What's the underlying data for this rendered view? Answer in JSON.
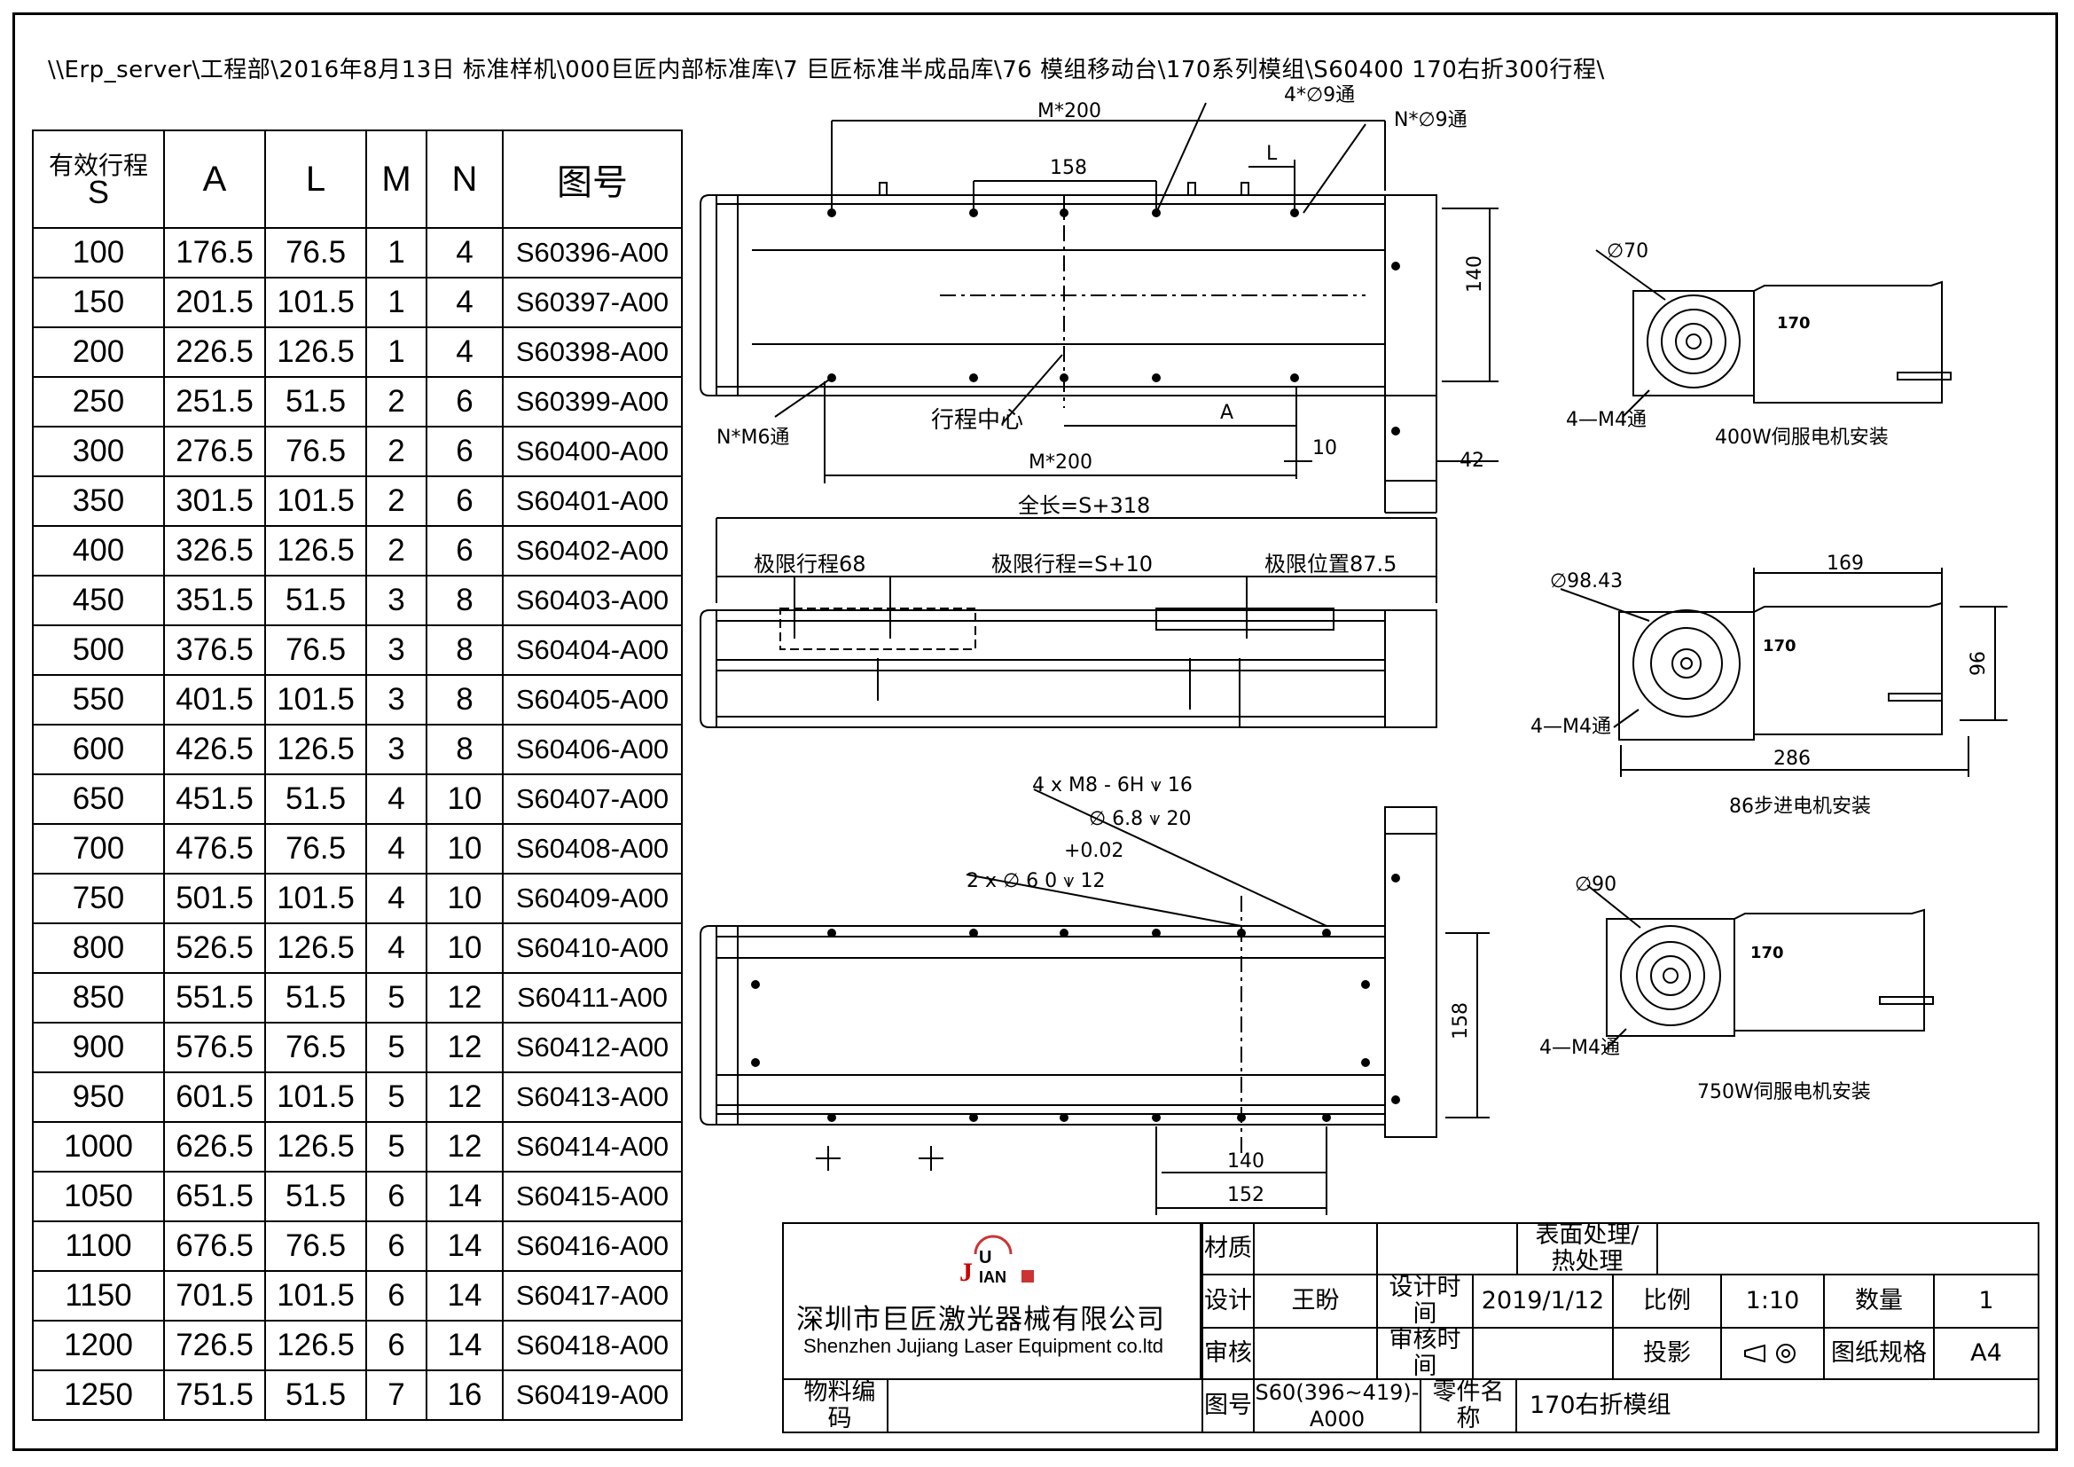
{
  "path_text": "\\\\Erp_server\\工程部\\2016年8月13日 标准样机\\000巨匠内部标准库\\7 巨匠标准半成品库\\76 模组移动台\\170系列模组\\S60400  170右折300行程\\",
  "table": {
    "headers": {
      "s_top": "有效行程",
      "s_bottom": "S",
      "a": "A",
      "l": "L",
      "m": "M",
      "n": "N",
      "dwg": "图号"
    },
    "rows": [
      [
        "100",
        "176.5",
        "76.5",
        "1",
        "4",
        "S60396-A00"
      ],
      [
        "150",
        "201.5",
        "101.5",
        "1",
        "4",
        "S60397-A00"
      ],
      [
        "200",
        "226.5",
        "126.5",
        "1",
        "4",
        "S60398-A00"
      ],
      [
        "250",
        "251.5",
        "51.5",
        "2",
        "6",
        "S60399-A00"
      ],
      [
        "300",
        "276.5",
        "76.5",
        "2",
        "6",
        "S60400-A00"
      ],
      [
        "350",
        "301.5",
        "101.5",
        "2",
        "6",
        "S60401-A00"
      ],
      [
        "400",
        "326.5",
        "126.5",
        "2",
        "6",
        "S60402-A00"
      ],
      [
        "450",
        "351.5",
        "51.5",
        "3",
        "8",
        "S60403-A00"
      ],
      [
        "500",
        "376.5",
        "76.5",
        "3",
        "8",
        "S60404-A00"
      ],
      [
        "550",
        "401.5",
        "101.5",
        "3",
        "8",
        "S60405-A00"
      ],
      [
        "600",
        "426.5",
        "126.5",
        "3",
        "8",
        "S60406-A00"
      ],
      [
        "650",
        "451.5",
        "51.5",
        "4",
        "10",
        "S60407-A00"
      ],
      [
        "700",
        "476.5",
        "76.5",
        "4",
        "10",
        "S60408-A00"
      ],
      [
        "750",
        "501.5",
        "101.5",
        "4",
        "10",
        "S60409-A00"
      ],
      [
        "800",
        "526.5",
        "126.5",
        "4",
        "10",
        "S60410-A00"
      ],
      [
        "850",
        "551.5",
        "51.5",
        "5",
        "12",
        "S60411-A00"
      ],
      [
        "900",
        "576.5",
        "76.5",
        "5",
        "12",
        "S60412-A00"
      ],
      [
        "950",
        "601.5",
        "101.5",
        "5",
        "12",
        "S60413-A00"
      ],
      [
        "1000",
        "626.5",
        "126.5",
        "5",
        "12",
        "S60414-A00"
      ],
      [
        "1050",
        "651.5",
        "51.5",
        "6",
        "14",
        "S60415-A00"
      ],
      [
        "1100",
        "676.5",
        "76.5",
        "6",
        "14",
        "S60416-A00"
      ],
      [
        "1150",
        "701.5",
        "101.5",
        "6",
        "14",
        "S60417-A00"
      ],
      [
        "1200",
        "726.5",
        "126.5",
        "6",
        "14",
        "S60418-A00"
      ],
      [
        "1250",
        "751.5",
        "51.5",
        "7",
        "16",
        "S60419-A00"
      ]
    ]
  },
  "drawing": {
    "top_view": {
      "m200_top": "M*200",
      "holes_4": "4*∅9通",
      "holes_n": "N*∅9通",
      "dim_158": "158",
      "dim_L": "L",
      "dim_140": "140",
      "tapped": "N*M6通",
      "stroke_center": "行程中心",
      "dim_A": "A",
      "dim_10": "10",
      "m200_bottom": "M*200",
      "dim_42": "42"
    },
    "side_view": {
      "total_length": "全长=S+318",
      "limit_stroke": "极限行程68",
      "limit_range": "极限行程=S+10",
      "limit_position": "极限位置87.5"
    },
    "bottom_view": {
      "thread_spec": "4 x  M8 - 6H ⩛ 16",
      "drill_spec": "∅ 6.8 ⩛ 20",
      "tolerance": "+0.02",
      "pin_spec": "2 x ∅ 6  0   ⩛ 12",
      "dim_158": "158",
      "dim_140": "140",
      "dim_152": "152"
    },
    "motor_400w": {
      "dia": "∅70",
      "label_170": "170",
      "holes": "4—M4通",
      "caption": "400W伺服电机安装"
    },
    "motor_86": {
      "dia": "∅98.43",
      "dim_169": "169",
      "label_170": "170",
      "dim_96": "96",
      "holes": "4—M4通",
      "dim_286": "286",
      "caption": "86步进电机安装"
    },
    "motor_750w": {
      "dia": "∅90",
      "label_170": "170",
      "holes": "4—M4通",
      "caption": "750W伺服电机安装"
    }
  },
  "title_block": {
    "logo_letters": "JUIAN",
    "company_cn": "深圳市巨匠激光器械有限公司",
    "company_en": "Shenzhen Jujiang Laser Equipment co.ltd",
    "material_label": "材质",
    "material_value": "",
    "surface_label": "表面处理/\n热处理",
    "surface_value": "",
    "design_label": "设计",
    "designer": "王盼",
    "design_time_label": "设计时间",
    "design_time": "2019/1/12",
    "scale_label": "比例",
    "scale": "1:10",
    "qty_label": "数量",
    "qty": "1",
    "review_label": "审核",
    "reviewer": "",
    "review_time_label": "审核时间",
    "review_time": "",
    "projection_label": "投影",
    "sheet_label": "图纸规格",
    "sheet": "A4",
    "material_code_label": "物料编码",
    "material_code": "",
    "dwg_no_label": "图号",
    "dwg_no": "S60(396~419)-A000",
    "part_name_label": "零件名称",
    "part_name": "170右折模组"
  }
}
